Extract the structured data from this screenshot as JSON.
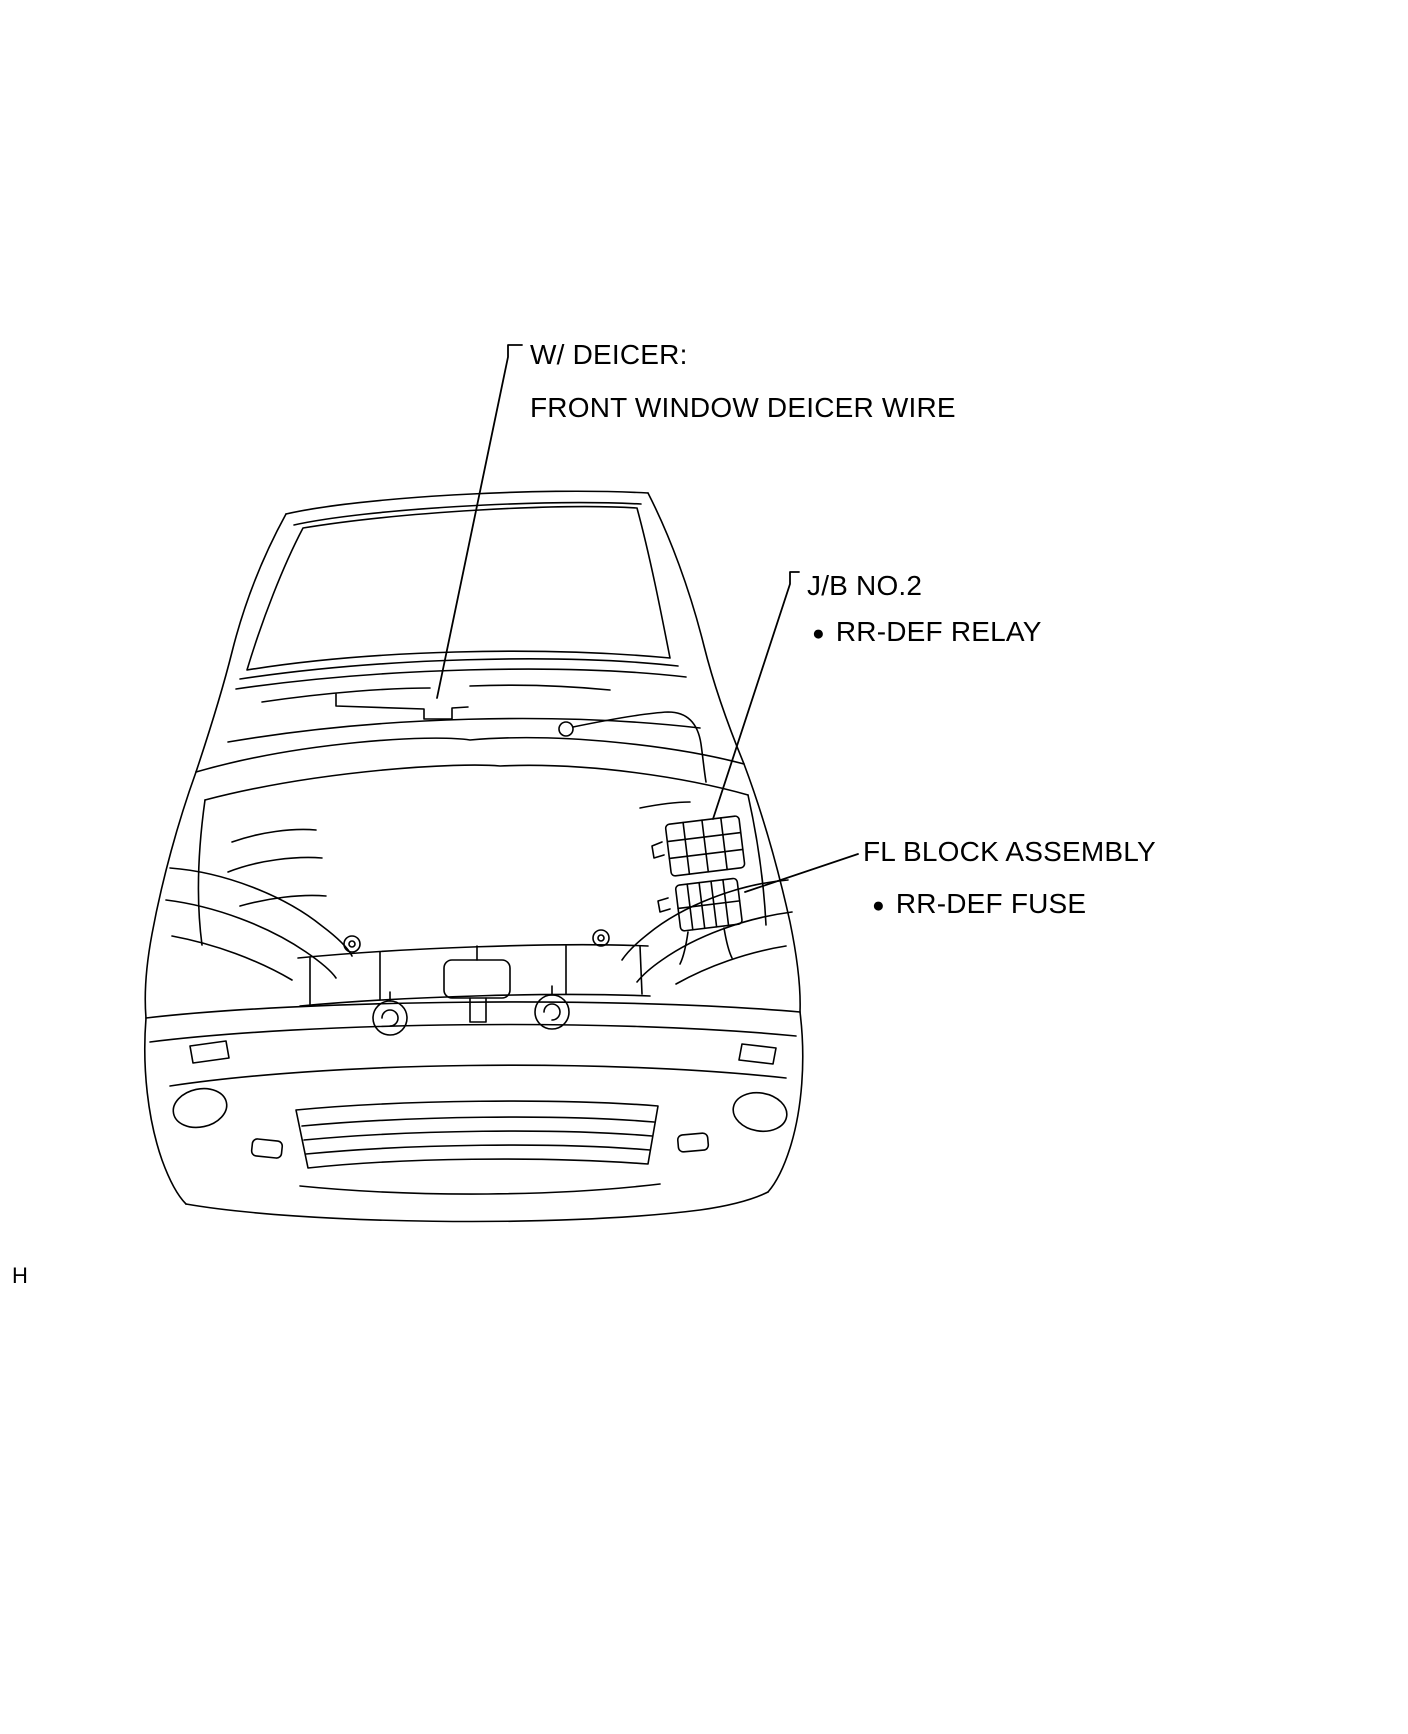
{
  "page": {
    "page_mark": "H"
  },
  "icons": {
    "bullet": "●"
  },
  "colors": {
    "line": "#000000",
    "background": "#ffffff",
    "text": "#000000"
  },
  "callouts": {
    "deicer": {
      "condition": "W/ DEICER:",
      "label": "FRONT WINDOW DEICER WIRE"
    },
    "junction_block": {
      "title": "J/B NO.2",
      "item": "RR-DEF RELAY"
    },
    "fl_block": {
      "title": "FL BLOCK ASSEMBLY",
      "item": "RR-DEF FUSE"
    }
  }
}
